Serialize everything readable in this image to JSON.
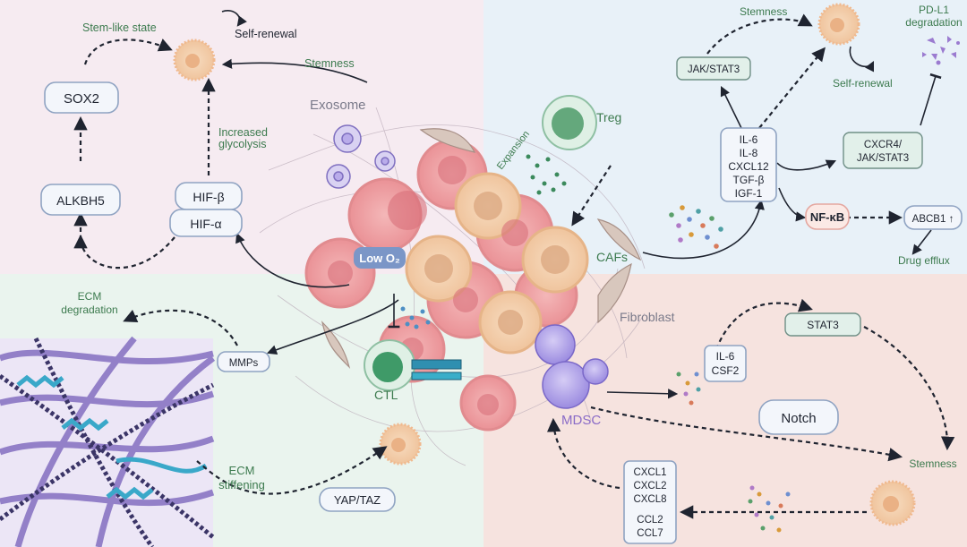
{
  "labels": {
    "stem_like_state": "Stem-like state",
    "self_renewal_tl": "Self-renewal",
    "stemness_tl": "Stemness",
    "exosome": "Exosome",
    "sox2": "SOX2",
    "increased_glycolysis_1": "Increased",
    "increased_glycolysis_2": "glycolysis",
    "alkbh5": "ALKBH5",
    "hif_beta": "HIF-β",
    "hif_alpha": "HIF-α",
    "low_o2": "Low O₂",
    "treg": "Treg",
    "expansion": "Expansion",
    "cafs": "CAFs",
    "fibroblast": "Fibroblast",
    "ctl": "CTL",
    "mdsc": "MDSC",
    "stemness_tr": "Stemness",
    "self_renewal_tr": "Self-renewal",
    "pdl1_1": "PD-L1",
    "pdl1_2": "degradation",
    "jak_stat3": "JAK/STAT3",
    "cytokines": [
      "IL-6",
      "IL-8",
      "CXCL12",
      "TGF-β",
      "IGF-1"
    ],
    "cxcr4_1": "CXCR4/",
    "cxcr4_2": "JAK/STAT3",
    "nfkb": "NF-κB",
    "abcb1": "ABCB1 ↑",
    "drug_efflux": "Drug efflux",
    "ecm_deg_1": "ECM",
    "ecm_deg_2": "degradation",
    "mmps": "MMPs",
    "ecm_stiff_1": "ECM",
    "ecm_stiff_2": "stiffening",
    "yap_taz": "YAP/TAZ",
    "stat3": "STAT3",
    "il6_csf2": [
      "IL-6",
      "CSF2"
    ],
    "notch": "Notch",
    "stemness_br": "Stemness",
    "chemokines": [
      "CXCL1",
      "CXCL2",
      "CXCL8",
      "CCL2",
      "CCL7"
    ]
  },
  "colors": {
    "quad_tl": "#f6ebf1",
    "quad_tr": "#e8f1f8",
    "quad_bl": "#eaf4ee",
    "quad_br": "#f6e3df",
    "green_label": "#3c7a4e",
    "purple_label": "#8a6bc7",
    "grey_label": "#7a7a8a",
    "tumor_peach": "#f3c9a4",
    "tumor_pink": "#ec9a9f"
  }
}
